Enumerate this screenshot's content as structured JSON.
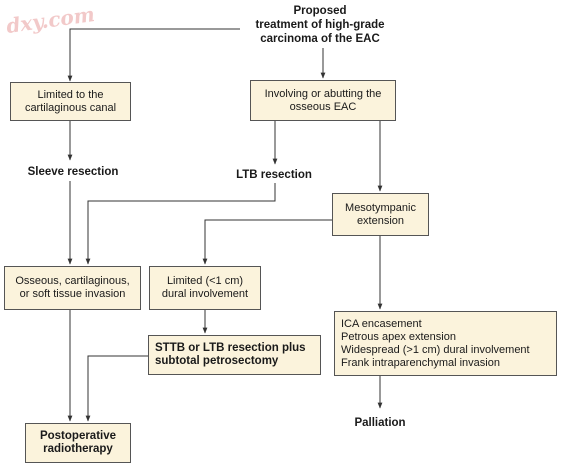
{
  "watermark": "dxy.com",
  "nodes": {
    "root": [
      "Proposed",
      "treatment of high-grade",
      "carcinoma of the EAC"
    ],
    "cartilaginous": [
      "Limited to the",
      "cartilaginous canal"
    ],
    "osseous": [
      "Involving or abutting the",
      "osseous EAC"
    ],
    "sleeve": "Sleeve resection",
    "ltb": "LTB resection",
    "mesotympanic": [
      "Mesotympanic",
      "extension"
    ],
    "invasion": [
      "Osseous, cartilaginous,",
      "or soft tissue invasion"
    ],
    "dural": [
      "Limited (<1 cm)",
      "dural involvement"
    ],
    "advanced": [
      "ICA encasement",
      "Petrous apex extension",
      "Widespread (>1 cm) dural involvement",
      "Frank intraparenchymal invasion"
    ],
    "sttb": [
      "STTB or LTB resection plus",
      "subtotal petrosectomy"
    ],
    "palliation": "Palliation",
    "radiotherapy": [
      "Postoperative",
      "radiotherapy"
    ]
  },
  "colors": {
    "box_fill": "#fbf3dc",
    "box_border": "#555555",
    "line": "#333333",
    "watermark": "#f2c9c9"
  }
}
